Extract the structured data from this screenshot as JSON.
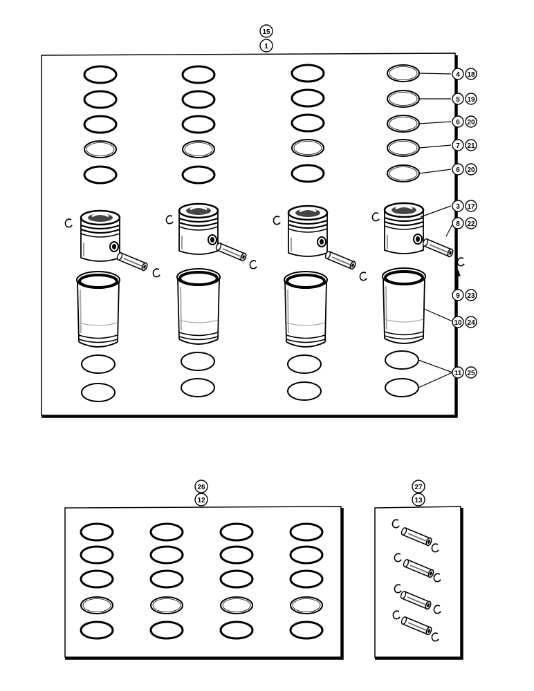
{
  "colors": {
    "ink": "#000000",
    "paper": "#ffffff"
  },
  "kits": {
    "main": {
      "refs": [
        "15",
        "1"
      ],
      "callouts": [
        [
          "4",
          "18"
        ],
        [
          "5",
          "19"
        ],
        [
          "6",
          "20"
        ],
        [
          "7",
          "21"
        ],
        [
          "6",
          "20"
        ],
        [
          "3",
          "17"
        ],
        [
          "8",
          "22"
        ],
        [
          "9",
          "23"
        ],
        [
          "10",
          "24"
        ],
        [
          "11",
          "25"
        ]
      ]
    },
    "rings": {
      "refs": [
        "26",
        "12"
      ]
    },
    "pins": {
      "refs": [
        "27",
        "13"
      ]
    }
  },
  "icons": [
    "piston-ring-icon",
    "piston-icon",
    "piston-pin-icon",
    "snap-ring-icon",
    "cylinder-sleeve-icon",
    "o-ring-icon"
  ]
}
